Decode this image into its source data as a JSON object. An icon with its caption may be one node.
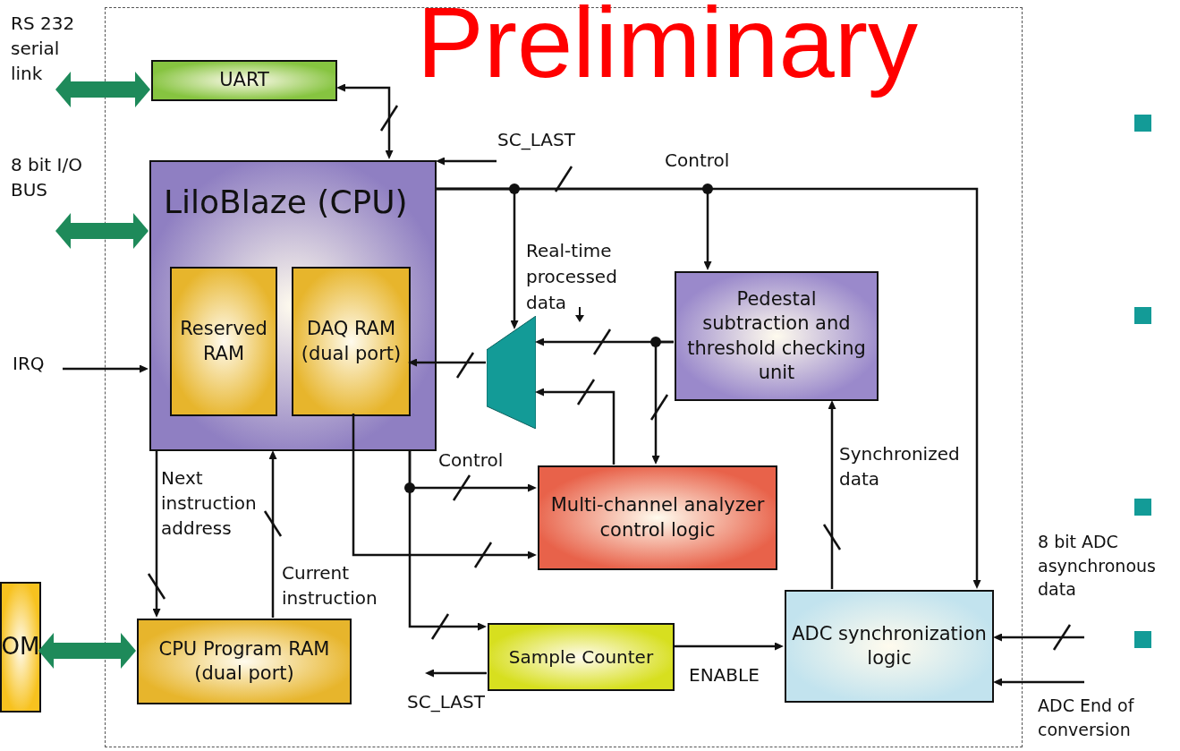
{
  "diagram": {
    "nodes": [
      {
        "text": [],
        "shape": "box"
      },
      {
        "text": [
          "UART"
        ],
        "in": 0
      },
      {
        "text": [
          "LiloBlaze (CPU)"
        ],
        "in": 0
      },
      {
        "text": [
          "Reserved RAM"
        ],
        "in": 2
      },
      {
        "text": [
          "DAQ RAM (dual port)"
        ],
        "in": 2
      },
      {
        "text": [],
        "shape": "trapezoid",
        "in": 0
      },
      {
        "text": [
          "Pedestal subtraction and threshold checking unit"
        ],
        "in": 0
      },
      {
        "text": [
          "Multi-channel analyzer control logic"
        ],
        "in": 0
      },
      {
        "text": [
          "CPU Program RAM (dual port)"
        ],
        "in": 0
      },
      {
        "text": [
          "Sample Counter"
        ],
        "in": 0
      },
      {
        "text": [
          "ADC synchronization logic"
        ],
        "in": 0
      },
      {
        "text": [
          "OM"
        ]
      }
    ],
    "edges": [
      {
        "from": null,
        "to": 1,
        "arrow": "both",
        "label": "RS 232 serial link",
        "style": "thick",
        "color": "#1e8a5a"
      },
      {
        "from": null,
        "to": 2,
        "arrow": "both",
        "label": "8 bit I/O BUS",
        "style": "thick",
        "color": "#1e8a5a"
      },
      {
        "from": null,
        "to": 2,
        "arrow": "to",
        "label": "IRQ"
      },
      {
        "from": 2,
        "to": 1,
        "arrow": "both"
      },
      {
        "from": null,
        "to": 2,
        "arrow": "to",
        "label": "SC_LAST"
      },
      {
        "from": 2,
        "to": 5,
        "arrow": "to"
      },
      {
        "from": 2,
        "to": 6,
        "arrow": "to",
        "label": "Control"
      },
      {
        "from": 2,
        "to": 10,
        "arrow": "to"
      },
      {
        "from": 6,
        "to": 5,
        "arrow": "to"
      },
      {
        "from": 6,
        "to": 7,
        "arrow": "to"
      },
      {
        "from": 7,
        "to": 5,
        "arrow": "to"
      },
      {
        "from": 5,
        "to": 4,
        "arrow": "to"
      },
      {
        "from": 2,
        "to": 7,
        "arrow": "to",
        "label": "Control"
      },
      {
        "from": 4,
        "to": 7,
        "arrow": "to"
      },
      {
        "from": 2,
        "to": 9,
        "arrow": "to"
      },
      {
        "from": 2,
        "to": 8,
        "arrow": "to",
        "label": "Next instruction address"
      },
      {
        "from": 8,
        "to": 2,
        "arrow": "to",
        "label": "Current instruction"
      },
      {
        "from": 11,
        "to": 8,
        "arrow": "both",
        "style": "thick",
        "color": "#1e8a5a"
      },
      {
        "from": 9,
        "to": null,
        "arrow": "to",
        "label": "SC_LAST"
      },
      {
        "from": 9,
        "to": 10,
        "arrow": "to",
        "label": "ENABLE"
      },
      {
        "from": 10,
        "to": 6,
        "arrow": "to",
        "label": "Synchronized data"
      },
      {
        "from": null,
        "to": 10,
        "arrow": "to",
        "label": "8 bit ADC asynchronous data"
      },
      {
        "from": null,
        "to": 10,
        "arrow": "to",
        "label": "ADC End of conversion"
      }
    ],
    "labels": [
      "Preliminary",
      "Real-time processed data"
    ]
  }
}
